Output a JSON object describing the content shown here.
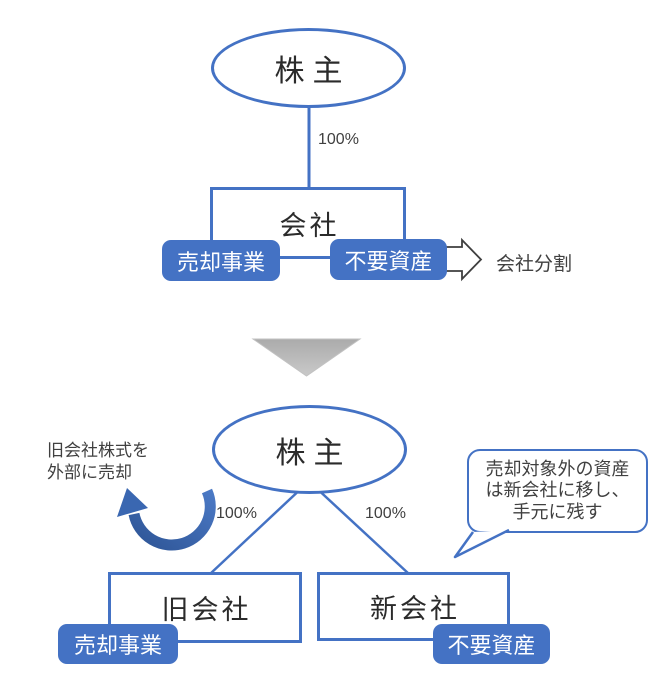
{
  "colors": {
    "accent": "#4472C4",
    "arrow_gradient_start": "#4b79c5",
    "arrow_gradient_end": "#2e5596",
    "triangle_gray": "#ababab",
    "triangle_gray_light": "#c9c9c9",
    "outline_gray": "#3f3f3f",
    "title_text": "#2b2b2b",
    "note_text": "#404040",
    "chip_text": "#ffffff"
  },
  "top_diagram": {
    "shareholder_label": "株主",
    "ownership_label": "100%",
    "company_label": "会社",
    "sale_business_label": "売却事業",
    "unneeded_assets_label": "不要資産",
    "split_arrow_label": "会社分割"
  },
  "bottom_diagram": {
    "shareholder_label": "株主",
    "note_line1": "旧会社株式を",
    "note_line2": "外部に売却",
    "ownership_left_label": "100%",
    "ownership_right_label": "100%",
    "old_company_label": "旧会社",
    "new_company_label": "新会社",
    "sale_business_label": "売却事業",
    "unneeded_assets_label": "不要資産",
    "callout_line1": "売却対象外の資産",
    "callout_line2": "は新会社に移し、",
    "callout_line3": "手元に残す"
  }
}
